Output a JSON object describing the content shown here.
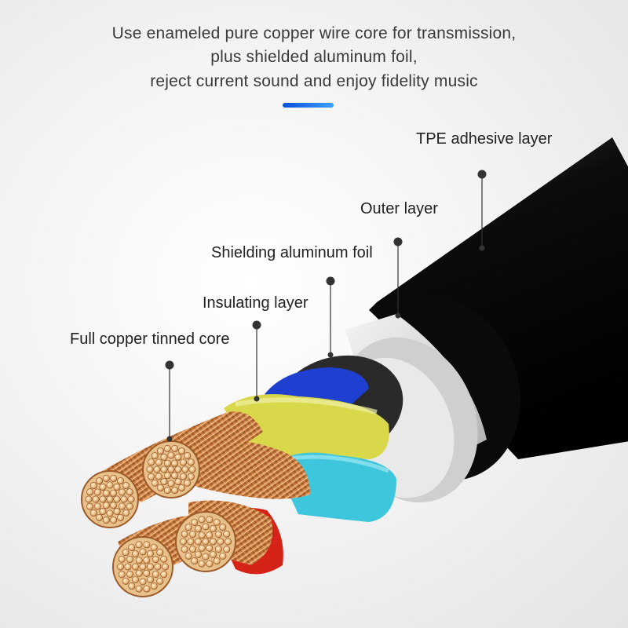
{
  "headline": {
    "line1": "Use enameled pure copper wire core for transmission,",
    "line2": "plus shielded aluminum foil,",
    "line3": "reject current sound and enjoy fidelity music"
  },
  "colors": {
    "accent": "#1a6be8",
    "outer_layer": "#111111",
    "aluminum_foil": "#d9d9d9",
    "insulation_blue": "#1f3fd0",
    "insulation_yellow": "#d8d84a",
    "insulation_cyan": "#3ec6dc",
    "insulation_red": "#d52318",
    "copper": "#d68a4a"
  },
  "callouts": {
    "tpe": "TPE adhesive layer",
    "outer": "Outer layer",
    "shield": "Shielding aluminum foil",
    "insulating": "Insulating layer",
    "core": "Full copper tinned core"
  }
}
